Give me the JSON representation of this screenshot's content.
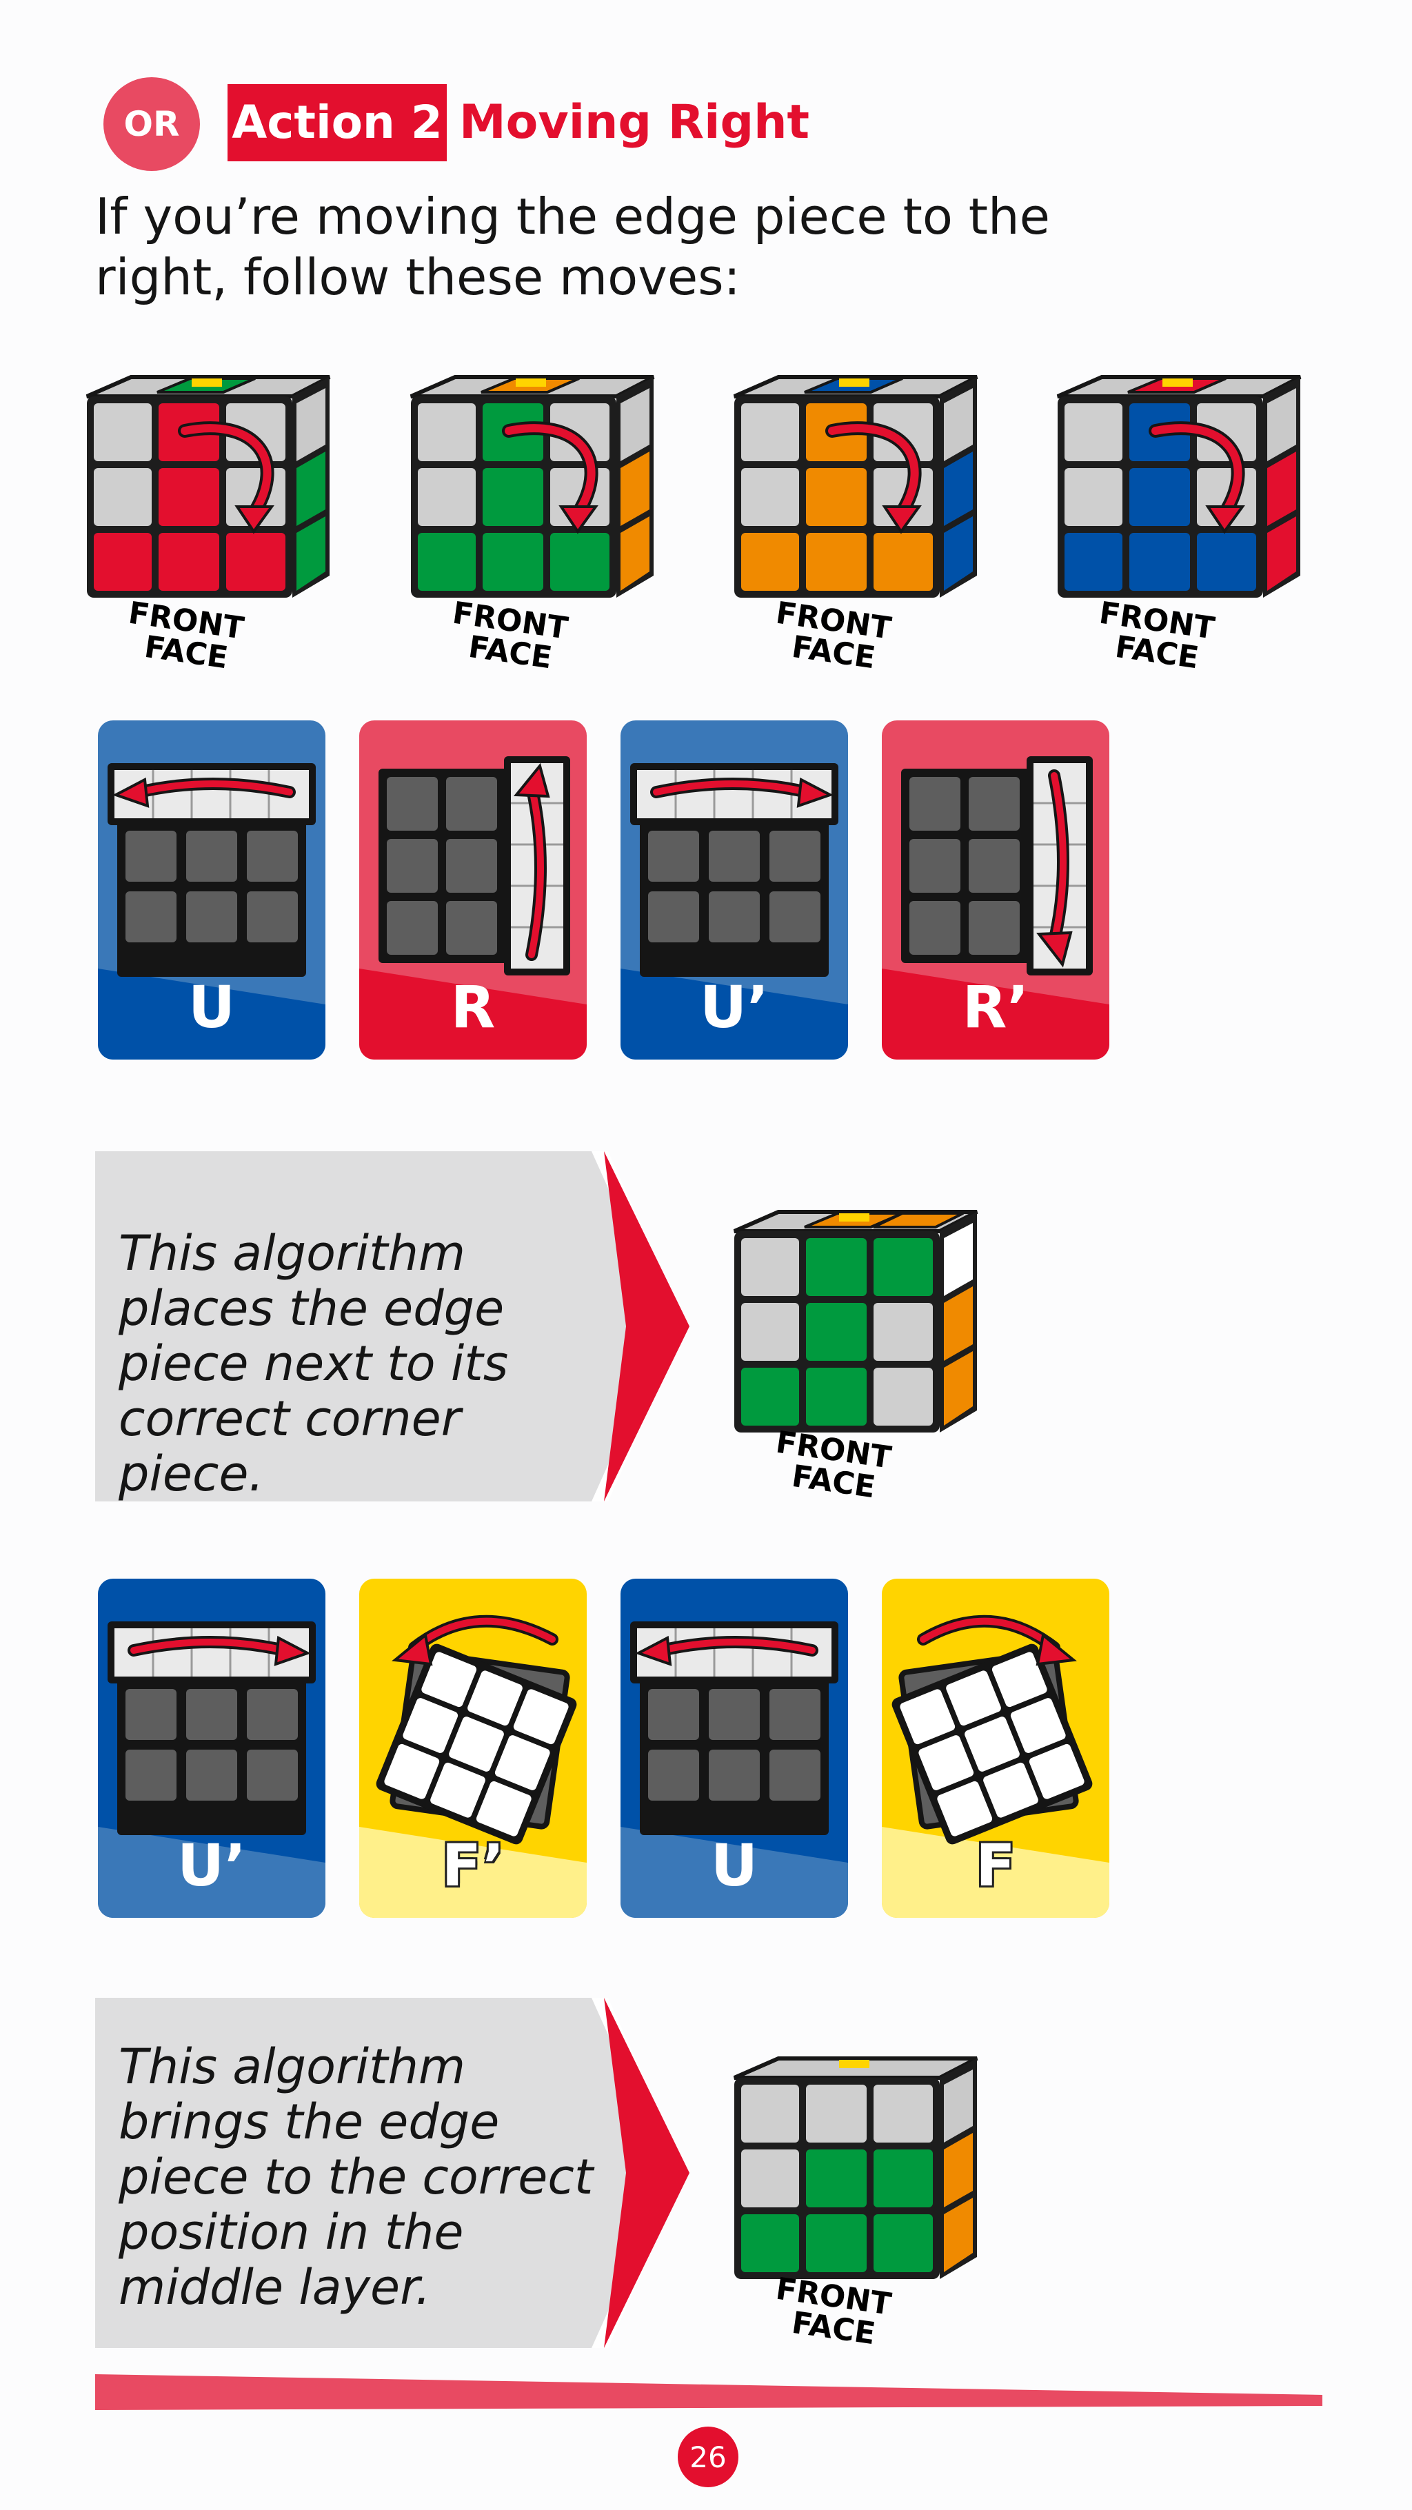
{
  "header": {
    "or_label": "OR",
    "action_label": "Action 2",
    "subtitle": "Moving Right",
    "intro": "If you’re moving the edge piece to the right, follow these moves:"
  },
  "cubes_top": [
    {
      "label_line1": "FRONT",
      "label_line2": "FACE",
      "front_color": "#e30f2e",
      "side_color": "#009a3e"
    },
    {
      "label_line1": "FRONT",
      "label_line2": "FACE",
      "front_color": "#009a3e",
      "side_color": "#f08a00"
    },
    {
      "label_line1": "FRONT",
      "label_line2": "FACE",
      "front_color": "#f08a00",
      "side_color": "#0051a8"
    },
    {
      "label_line1": "FRONT",
      "label_line2": "FACE",
      "front_color": "#0051a8",
      "side_color": "#e30f2e"
    }
  ],
  "moves_row1": [
    {
      "label": "U",
      "color": "blue",
      "direction": "left"
    },
    {
      "label": "R",
      "color": "red",
      "direction": "up"
    },
    {
      "label": "U’",
      "color": "blue",
      "direction": "right"
    },
    {
      "label": "R’",
      "color": "red",
      "direction": "down"
    }
  ],
  "panel1": {
    "text": "This algorithm places the edge piece next to its correct corner piece.",
    "cube_label_line1": "FRONT",
    "cube_label_line2": "FACE"
  },
  "moves_row2": [
    {
      "label": "U’",
      "color": "blue",
      "direction": "right"
    },
    {
      "label": "F’",
      "color": "yellow",
      "direction": "ccw"
    },
    {
      "label": "U",
      "color": "blue",
      "direction": "left"
    },
    {
      "label": "F",
      "color": "yellow",
      "direction": "cw"
    }
  ],
  "panel2": {
    "text": "This algorithm brings the edge piece to the correct position in the middle layer.",
    "cube_label_line1": "FRONT",
    "cube_label_line2": "FACE"
  },
  "page_number": "26",
  "colors": {
    "red": "#e30f2e",
    "pink": "#e84a62",
    "blue": "#0051a8",
    "green": "#009a3e",
    "orange": "#f08a00",
    "yellow": "#ffd400"
  }
}
